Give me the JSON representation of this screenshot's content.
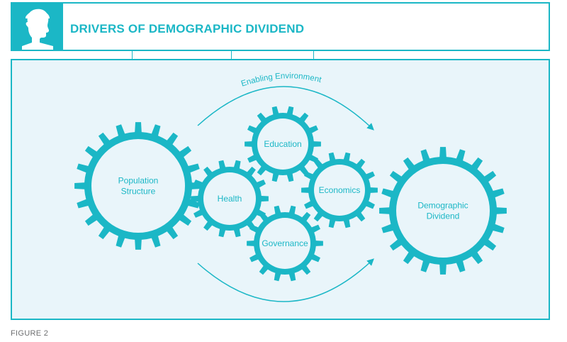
{
  "header": {
    "title": "DRIVERS OF DEMOGRAPHIC DIVIDEND",
    "icon": "person-profile-icon"
  },
  "diagram": {
    "arc_top_label": "Enabling Environment",
    "gears": [
      {
        "id": "population-structure",
        "lines": [
          "Population",
          "Structure"
        ]
      },
      {
        "id": "health",
        "lines": [
          "Health"
        ]
      },
      {
        "id": "education",
        "lines": [
          "Education"
        ]
      },
      {
        "id": "governance",
        "lines": [
          "Governance"
        ]
      },
      {
        "id": "economics",
        "lines": [
          "Economics"
        ]
      },
      {
        "id": "demographic-dividend",
        "lines": [
          "Demographic",
          "Dividend"
        ]
      }
    ]
  },
  "footer": {
    "figure_label": "FIGURE 2"
  },
  "colors": {
    "accent": "#1bb7c6",
    "panel_bg": "#e9f5fa",
    "label_gray": "#6d6e70"
  }
}
